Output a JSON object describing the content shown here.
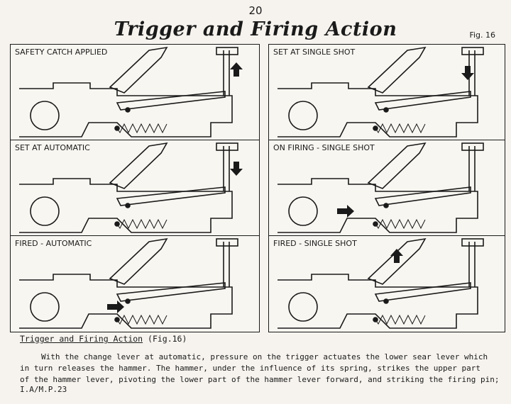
{
  "page_number": "20",
  "title": "Trigger and Firing Action",
  "figure_label": "Fig. 16",
  "panels": [
    {
      "label": "SAFETY CATCH APPLIED"
    },
    {
      "label": "SET AT SINGLE SHOT"
    },
    {
      "label": "SET AT AUTOMATIC"
    },
    {
      "label": "ON FIRING - SINGLE SHOT"
    },
    {
      "label": "FIRED - AUTOMATIC"
    },
    {
      "label": "FIRED - SINGLE SHOT"
    }
  ],
  "caption": {
    "underlined": "Trigger and Firing Action",
    "suffix": " (Fig.16)"
  },
  "body_lines": [
    "With the change lever at automatic, pressure on the trigger actuates the lower sear lever which",
    "in turn releases the hammer.  The hammer, under the influence of its spring, strikes the upper part",
    "of the hammer lever, pivoting the lower part of the hammer lever forward, and striking the firing pin;"
  ],
  "reference": "I.A/M.P.23"
}
